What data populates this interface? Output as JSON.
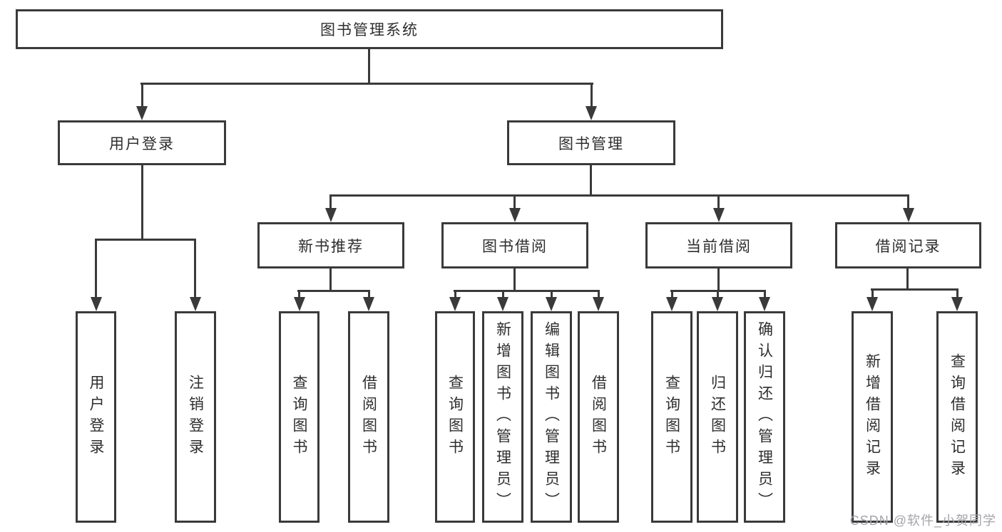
{
  "tree": {
    "root": {
      "label": "图书管理系统"
    },
    "level2": {
      "user_login": {
        "label": "用户登录"
      },
      "book_mgmt": {
        "label": "图书管理"
      }
    },
    "level3": {
      "new_book": {
        "label": "新书推荐"
      },
      "book_borrow": {
        "label": "图书借阅"
      },
      "current_borrow": {
        "label": "当前借阅"
      },
      "borrow_record": {
        "label": "借阅记录"
      }
    },
    "level4": [
      {
        "label": "用户登录"
      },
      {
        "label": "注销登录"
      },
      {
        "label": "查询图书"
      },
      {
        "label": "借阅图书"
      },
      {
        "label": "查询图书"
      },
      {
        "label": "新增图书（管理员）"
      },
      {
        "label": "编辑图书（管理员）"
      },
      {
        "label": "借阅图书"
      },
      {
        "label": "查询图书"
      },
      {
        "label": "归还图书"
      },
      {
        "label": "确认归还（管理员）"
      },
      {
        "label": "新增借阅记录"
      },
      {
        "label": "查询借阅记录"
      }
    ]
  },
  "watermark": {
    "text": "CSDN @软件_小贺同学"
  },
  "colors": {
    "line": "#3a3a3a",
    "text": "#2e2e2e",
    "background": "#ffffff",
    "watermark": "#a3a3ab"
  }
}
